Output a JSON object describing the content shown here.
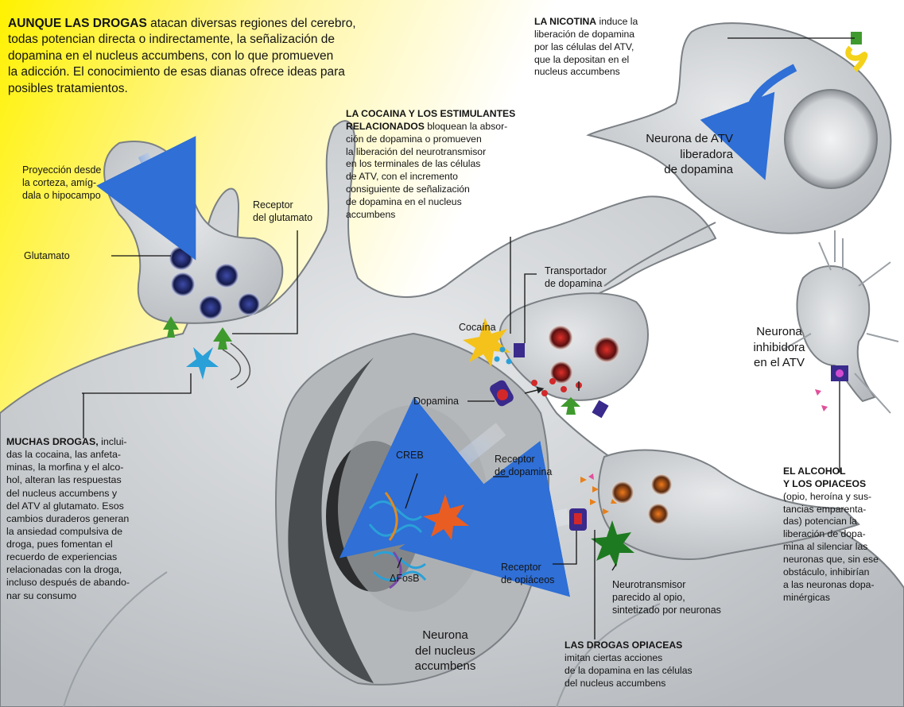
{
  "colors": {
    "background_yellow": "#fff200",
    "neuron_gray": "#c9cccf",
    "neuron_outline": "#7b8085",
    "dopamine_red": "#d3282a",
    "arrow_blue": "#2f6fd6",
    "receptor_purple": "#3a2a8c",
    "glutamate_receptor_green": "#3f9a2d",
    "nicotine_yellow": "#f4d21a"
  },
  "intro": {
    "lead": "AUNQUE LAS DROGAS",
    "body": " atacan diversas regiones del cerebro,\ntodas potencian directa o indirectamente, la señalización de\ndopamina en el nucleus accumbens, con lo que promueven\nla adicción. El conocimiento de esas dianas ofrece ideas para\nposibles tratamientos."
  },
  "nicotine": {
    "lead": "LA NICOTINA",
    "body": " induce la\nliberación de dopamina\npor las células del ATV,\nque la depositan en el\nnucleus accumbens"
  },
  "cocaine": {
    "lead": "LA COCAINA Y LOS ESTIMULANTES\nRELACIONADOS",
    "body": " bloquean la absor-\nción de dopamina o promueven\nla liberación del neurotransmisor\nen los terminales de las células\nde ATV, con el incremento\nconsiguiente de señalización\nde dopamina en el nucleus\naccumbens"
  },
  "many_drugs": {
    "lead": "MUCHAS DROGAS,",
    "body": " inclui-\ndas la cocaina, las anfeta-\nminas, la morfina y el alco-\nhol, alteran las respuestas\ndel nucleus accumbens y\ndel ATV al glutamato. Esos\ncambios duraderos generan\nla ansiedad compulsiva de\ndroga, pues fomentan el\nrecuerdo de experiencias\nrelacionadas con la droga,\nincluso después de abando-\nnar su consumo"
  },
  "alcohol": {
    "lead": "EL ALCOHOL\nY LOS OPIACEOS",
    "body": "\n(opio, heroína y sus-\ntancias emparenta-\ndas) potencian la\nliberación de dopa-\nmina al silenciar las\nneuronas que, sin ese\nobstáculo, inhibirían\na las neuronas dopa-\nminérgicas"
  },
  "opiates": {
    "lead": "LAS DROGAS OPIACEAS",
    "body": "\nimitan ciertas acciones\nde la dopamina en las células\ndel nucleus accumbens"
  },
  "labels": {
    "projection": "Proyección desde\nla corteza, amíg-\ndala o hipocampo",
    "glutamate_receptor": "Receptor\ndel glutamato",
    "glutamate": "Glutamato",
    "vta_dopamine_neuron": "Neurona de ATV\nliberadora\nde dopamina",
    "dopamine_transporter": "Transportador\nde dopamina",
    "cocaine": "Cocaína",
    "dopamine": "Dopamina",
    "creb": "CREB",
    "dopamine_receptor": "Receptor\nde dopamina",
    "inhibitory_neuron": "Neurona\ninhibidora\nen el ATV",
    "opiate_receptor": "Receptor\nde opiáceos",
    "fosb": "ΔFosB",
    "opioid_neurotransmitter": "Neurotransmisor\nparecido al opio,\nsintetizado por neuronas",
    "accumbens_neuron": "Neurona\ndel nucleus\naccumbens"
  }
}
